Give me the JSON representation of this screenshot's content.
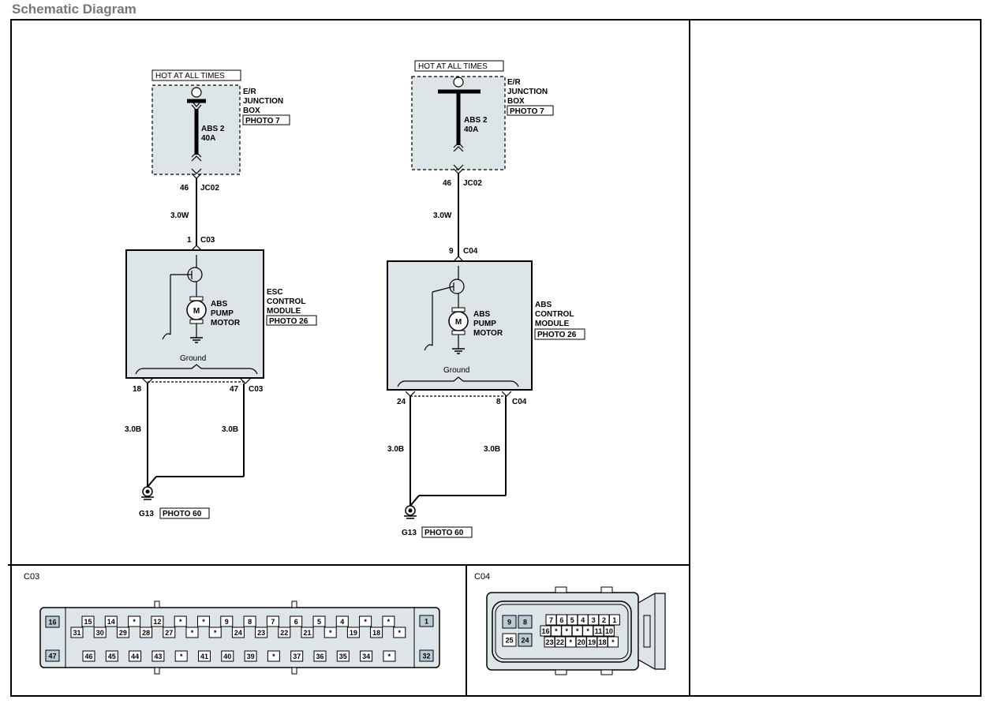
{
  "title": "Schematic Diagram",
  "left_circuit": {
    "hot_label": "HOT AT ALL TIMES",
    "junction_box": [
      "E/R",
      "JUNCTION",
      "BOX"
    ],
    "junction_photo": "PHOTO 7",
    "fuse_name": "ABS 2",
    "fuse_rating": "40A",
    "jc_pin": "46",
    "jc_conn": "JC02",
    "wire_top": "3.0W",
    "module_pin": "1",
    "module_conn": "C03",
    "motor_symbol": "M",
    "motor_label": [
      "ABS",
      "PUMP",
      "MOTOR"
    ],
    "ground_text": "Ground",
    "module_label": [
      "ESC",
      "CONTROL",
      "MODULE"
    ],
    "module_photo": "PHOTO 26",
    "gnd_pin_left": "18",
    "gnd_pin_right": "47",
    "gnd_conn": "C03",
    "wire_left": "3.0B",
    "wire_right": "3.0B",
    "ground_id": "G13",
    "ground_photo": "PHOTO 60"
  },
  "right_circuit": {
    "hot_label": "HOT AT ALL TIMES",
    "junction_box": [
      "E/R",
      "JUNCTION",
      "BOX"
    ],
    "junction_photo": "PHOTO 7",
    "fuse_name": "ABS 2",
    "fuse_rating": "40A",
    "jc_pin": "46",
    "jc_conn": "JC02",
    "wire_top": "3.0W",
    "module_pin": "9",
    "module_conn": "C04",
    "motor_symbol": "M",
    "motor_label": [
      "ABS",
      "PUMP",
      "MOTOR"
    ],
    "ground_text": "Ground",
    "module_label": [
      "ABS",
      "CONTROL",
      "MODULE"
    ],
    "module_photo": "PHOTO 26",
    "gnd_pin_left": "24",
    "gnd_pin_right": "8",
    "gnd_conn": "C04",
    "wire_left": "3.0B",
    "wire_right": "3.0B",
    "ground_id": "G13",
    "ground_photo": "PHOTO 60"
  },
  "c03": {
    "name": "C03",
    "left_pins": [
      "16",
      "47"
    ],
    "right_pins": [
      "1",
      "32"
    ],
    "row1": [
      "15",
      "14",
      "*",
      "12",
      "*",
      "*",
      "9",
      "8",
      "7",
      "6",
      "5",
      "4",
      "*",
      "*"
    ],
    "row2": [
      "31",
      "30",
      "29",
      "28",
      "27",
      "*",
      "*",
      "24",
      "23",
      "22",
      "21",
      "*",
      "19",
      "18",
      "*"
    ],
    "row3": [
      "46",
      "45",
      "44",
      "43",
      "*",
      "41",
      "40",
      "39",
      "*",
      "37",
      "36",
      "35",
      "34",
      "*"
    ]
  },
  "c04": {
    "name": "C04",
    "big_pins": [
      "9",
      "8",
      "25",
      "24"
    ],
    "row1": [
      "7",
      "6",
      "5",
      "4",
      "3",
      "2",
      "1"
    ],
    "row2": [
      "16",
      "*",
      "*",
      "*",
      "*",
      "11",
      "10"
    ],
    "row3": [
      "23",
      "22",
      "*",
      "20",
      "19",
      "18",
      "*"
    ]
  }
}
